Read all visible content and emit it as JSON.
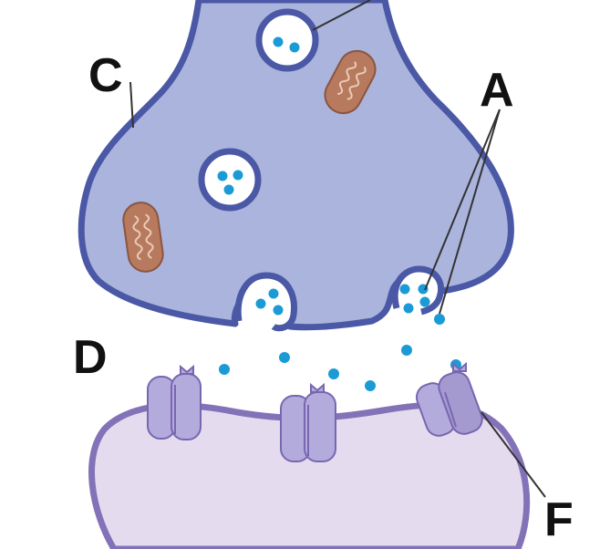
{
  "labels": {
    "a": "A",
    "c": "C",
    "d": "D",
    "f": "F"
  },
  "colors": {
    "presynaptic_fill": "#aab4dd",
    "presynaptic_stroke": "#4a58a6",
    "postsynaptic_fill": "#e4dcee",
    "postsynaptic_stroke": "#8372b8",
    "vesicle_inner": "#ffffff",
    "neurotransmitter": "#1a9bd6",
    "mitochondrion": "#b87a5e",
    "receptor": "#b3abdc",
    "receptor_stroke": "#7866b0",
    "leader_line": "#333333"
  }
}
